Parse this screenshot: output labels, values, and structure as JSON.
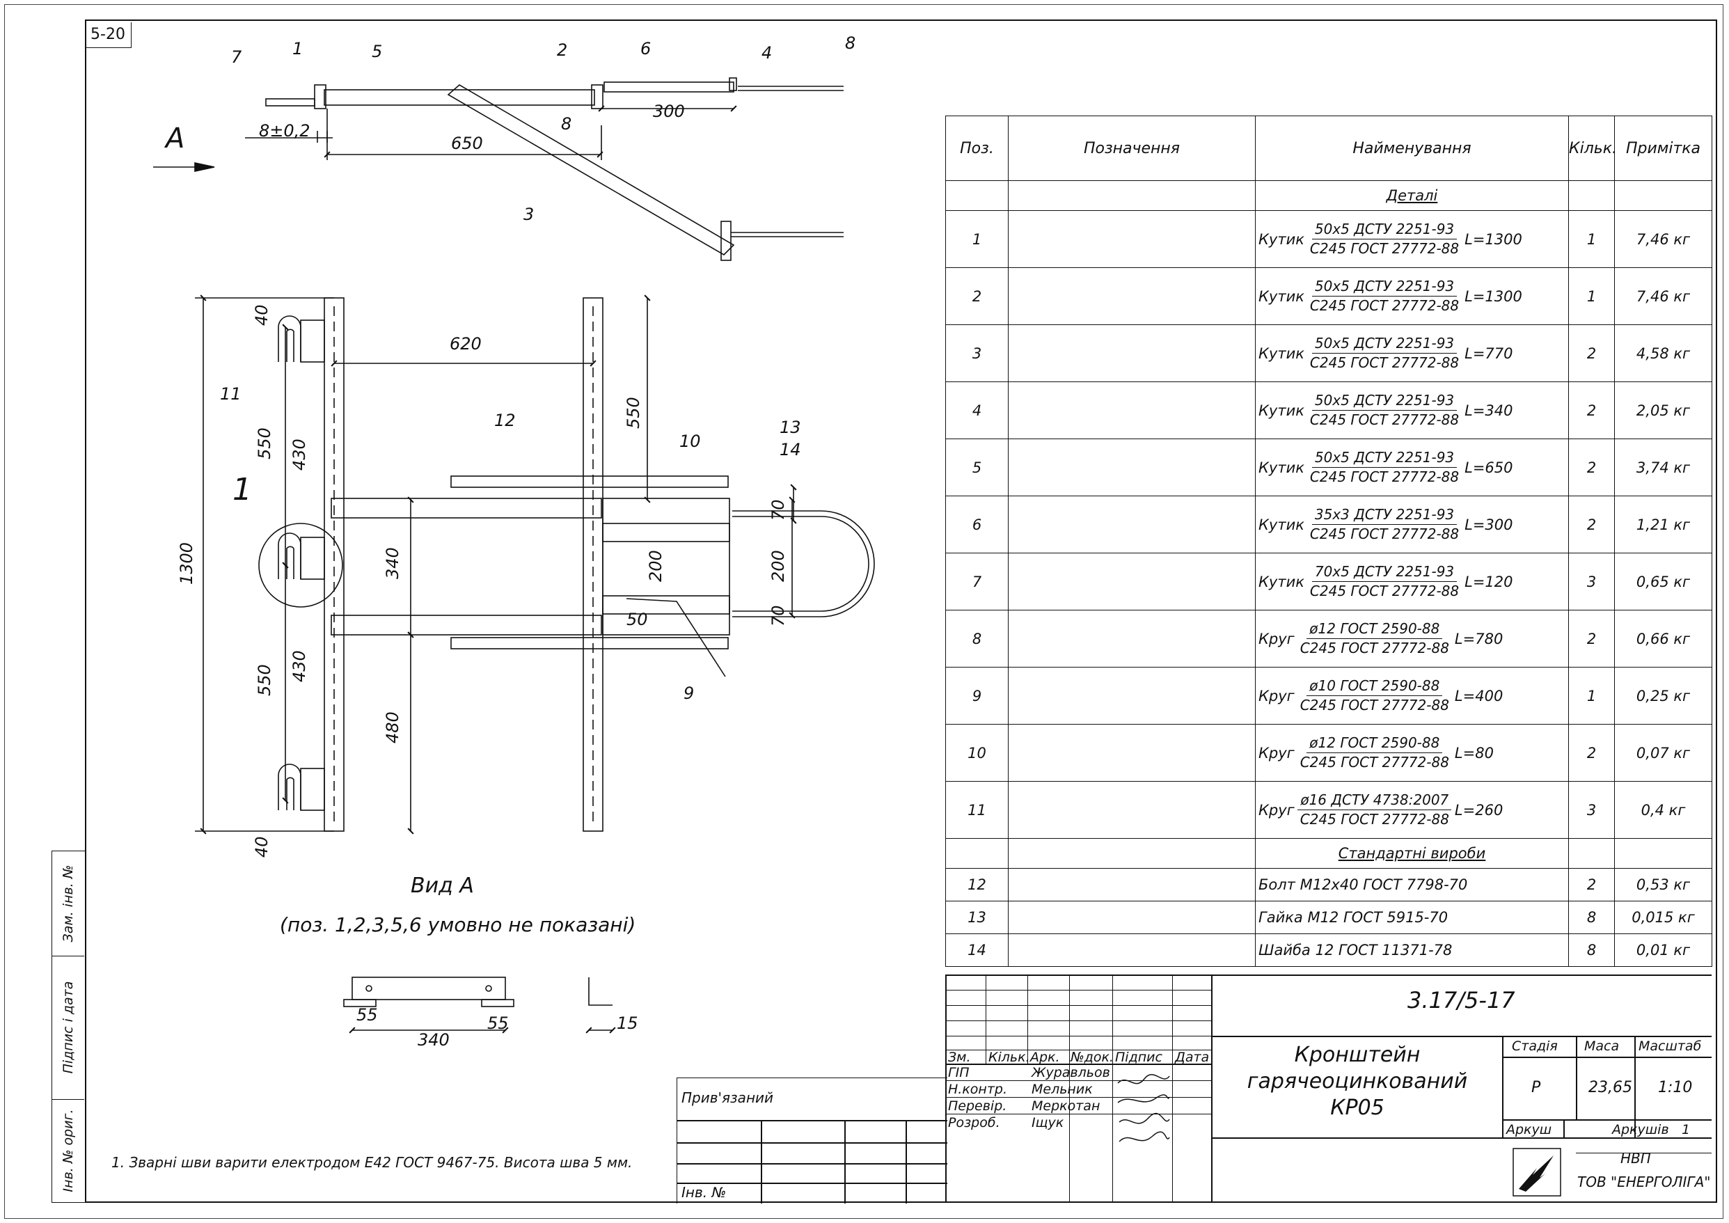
{
  "sheet_no": "5-20",
  "spec": {
    "headers": {
      "pos": "Поз.",
      "designation": "Позначення",
      "name": "Найменування",
      "qty": "Кільк.",
      "note": "Примітка"
    },
    "section_details": "Деталі",
    "details": [
      {
        "pos": "1",
        "type": "Кутик",
        "num": "50x5 ДСТУ 2251-93",
        "den": "С245 ГОСТ 27772-88",
        "len": "L=1300",
        "qty": "1",
        "note": "7,46 кг"
      },
      {
        "pos": "2",
        "type": "Кутик",
        "num": "50x5 ДСТУ 2251-93",
        "den": "С245 ГОСТ 27772-88",
        "len": "L=1300",
        "qty": "1",
        "note": "7,46 кг"
      },
      {
        "pos": "3",
        "type": "Кутик",
        "num": "50x5 ДСТУ 2251-93",
        "den": "С245 ГОСТ 27772-88",
        "len": "L=770",
        "qty": "2",
        "note": "4,58 кг"
      },
      {
        "pos": "4",
        "type": "Кутик",
        "num": "50x5 ДСТУ 2251-93",
        "den": "С245 ГОСТ 27772-88",
        "len": "L=340",
        "qty": "2",
        "note": "2,05 кг"
      },
      {
        "pos": "5",
        "type": "Кутик",
        "num": "50x5 ДСТУ 2251-93",
        "den": "С245 ГОСТ 27772-88",
        "len": "L=650",
        "qty": "2",
        "note": "3,74 кг"
      },
      {
        "pos": "6",
        "type": "Кутик",
        "num": "35x3 ДСТУ 2251-93",
        "den": "С245 ГОСТ 27772-88",
        "len": "L=300",
        "qty": "2",
        "note": "1,21 кг"
      },
      {
        "pos": "7",
        "type": "Кутик",
        "num": "70x5 ДСТУ 2251-93",
        "den": "С245 ГОСТ 27772-88",
        "len": "L=120",
        "qty": "3",
        "note": "0,65 кг"
      },
      {
        "pos": "8",
        "type": "Круг",
        "num": "ø12 ГОСТ 2590-88",
        "den": "С245 ГОСТ 27772-88",
        "len": "L=780",
        "qty": "2",
        "note": "0,66 кг"
      },
      {
        "pos": "9",
        "type": "Круг",
        "num": "ø10 ГОСТ 2590-88",
        "den": "С245 ГОСТ 27772-88",
        "len": "L=400",
        "qty": "1",
        "note": "0,25 кг"
      },
      {
        "pos": "10",
        "type": "Круг",
        "num": "ø12 ГОСТ 2590-88",
        "den": "С245 ГОСТ 27772-88",
        "len": "L=80",
        "qty": "2",
        "note": "0,07 кг"
      },
      {
        "pos": "11",
        "type": "Круг",
        "num": "ø16 ДСТУ 4738:2007",
        "den": "С245 ГОСТ 27772-88",
        "len": "L=260",
        "qty": "3",
        "note": "0,4 кг"
      }
    ],
    "section_standard": "Стандартні вироби",
    "standard": [
      {
        "pos": "12",
        "name": "Болт М12х40 ГОСТ 7798-70",
        "qty": "2",
        "note": "0,53 кг"
      },
      {
        "pos": "13",
        "name": "Гайка М12 ГОСТ 5915-70",
        "qty": "8",
        "note": "0,015 кг"
      },
      {
        "pos": "14",
        "name": "Шайба 12 ГОСТ 11371-78",
        "qty": "8",
        "note": "0,01 кг"
      }
    ]
  },
  "title_block": {
    "doc_number": "3.17/5-17",
    "title_l1": "Кронштейн",
    "title_l2": "гарячеоцинкований",
    "title_l3": "КР05",
    "stage_h": "Стадія",
    "mass_h": "Маса",
    "scale_h": "Масштаб",
    "stage": "Р",
    "mass": "23,65",
    "scale": "1:10",
    "sheet_h": "Аркуш",
    "sheets_h": "Аркушів",
    "sheets": "1",
    "org1": "НВП",
    "org2": "ТОВ \"ЕНЕРГОЛІГА\"",
    "cols": {
      "zm": "Зм.",
      "qty": "Кільк.",
      "ark": "Арк.",
      "doc": "№док.",
      "sign": "Підпис",
      "date": "Дата"
    },
    "roles": [
      {
        "role": "ГІП",
        "name": "Журавльов"
      },
      {
        "role": "Н.контр.",
        "name": "Мельник"
      },
      {
        "role": "Перевір.",
        "name": "Меркотан"
      },
      {
        "role": "Розроб.",
        "name": "Іщук"
      }
    ],
    "attached": "Прив'язаний",
    "inv_no": "Інв. №"
  },
  "side_strip": [
    "Зам. інв. №",
    "Підпис і дата",
    "Інв. № ориг."
  ],
  "note": "1. Зварні шви варити електродом Е42 ГОСТ 9467-75. Висота шва 5 мм.",
  "drawing": {
    "view_arrow": "A",
    "view_title": "Вид А",
    "view_sub": "(поз. 1,2,3,5,6 умовно не показані)",
    "node_label": "1",
    "dims": {
      "d8_02": "8±0,2",
      "d650": "650",
      "d8": "8",
      "d300": "300",
      "d620": "620",
      "d40": "40",
      "d1300": "1300",
      "d550": "550",
      "d430": "430",
      "d340": "340",
      "d480": "480",
      "d200": "200",
      "d70": "70",
      "d50": "50",
      "d55": "55",
      "d15": "15"
    },
    "callouts": [
      "1",
      "2",
      "3",
      "4",
      "5",
      "6",
      "7",
      "8",
      "9",
      "10",
      "11",
      "12",
      "13",
      "14"
    ]
  }
}
